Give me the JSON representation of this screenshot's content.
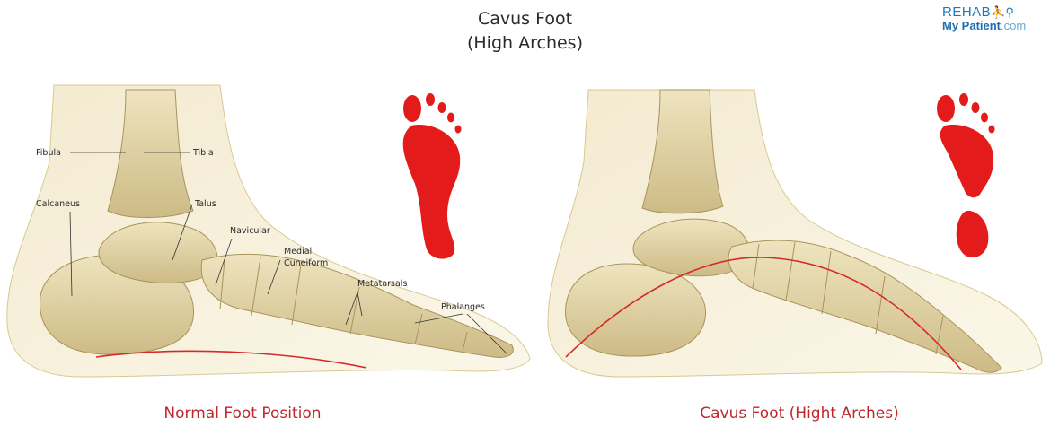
{
  "title": {
    "line1": "Cavus Foot",
    "line2": "(High Arches)"
  },
  "logo": {
    "brand": "REHAB",
    "sub_main": "My Patient",
    "sub_domain": ".com"
  },
  "labels": {
    "fibula": "Fibula",
    "tibia": "Tibia",
    "calcaneus": "Calcaneus",
    "talus": "Talus",
    "navicular": "Navicular",
    "medial_cuneiform_1": "Medial",
    "medial_cuneiform_2": "Cuneiform",
    "metatarsals": "Metatarsals",
    "phalanges": "Phalanges"
  },
  "captions": {
    "left": "Normal Foot Position",
    "right": "Cavus Foot (Hight Arches)"
  },
  "colors": {
    "arch_line": "#d62a2a",
    "footprint": "#e31b1b",
    "skin": "#f7f0d6",
    "bone": "#e4d6a8",
    "caption": "#c0272d",
    "logo": "#1f78b8"
  }
}
